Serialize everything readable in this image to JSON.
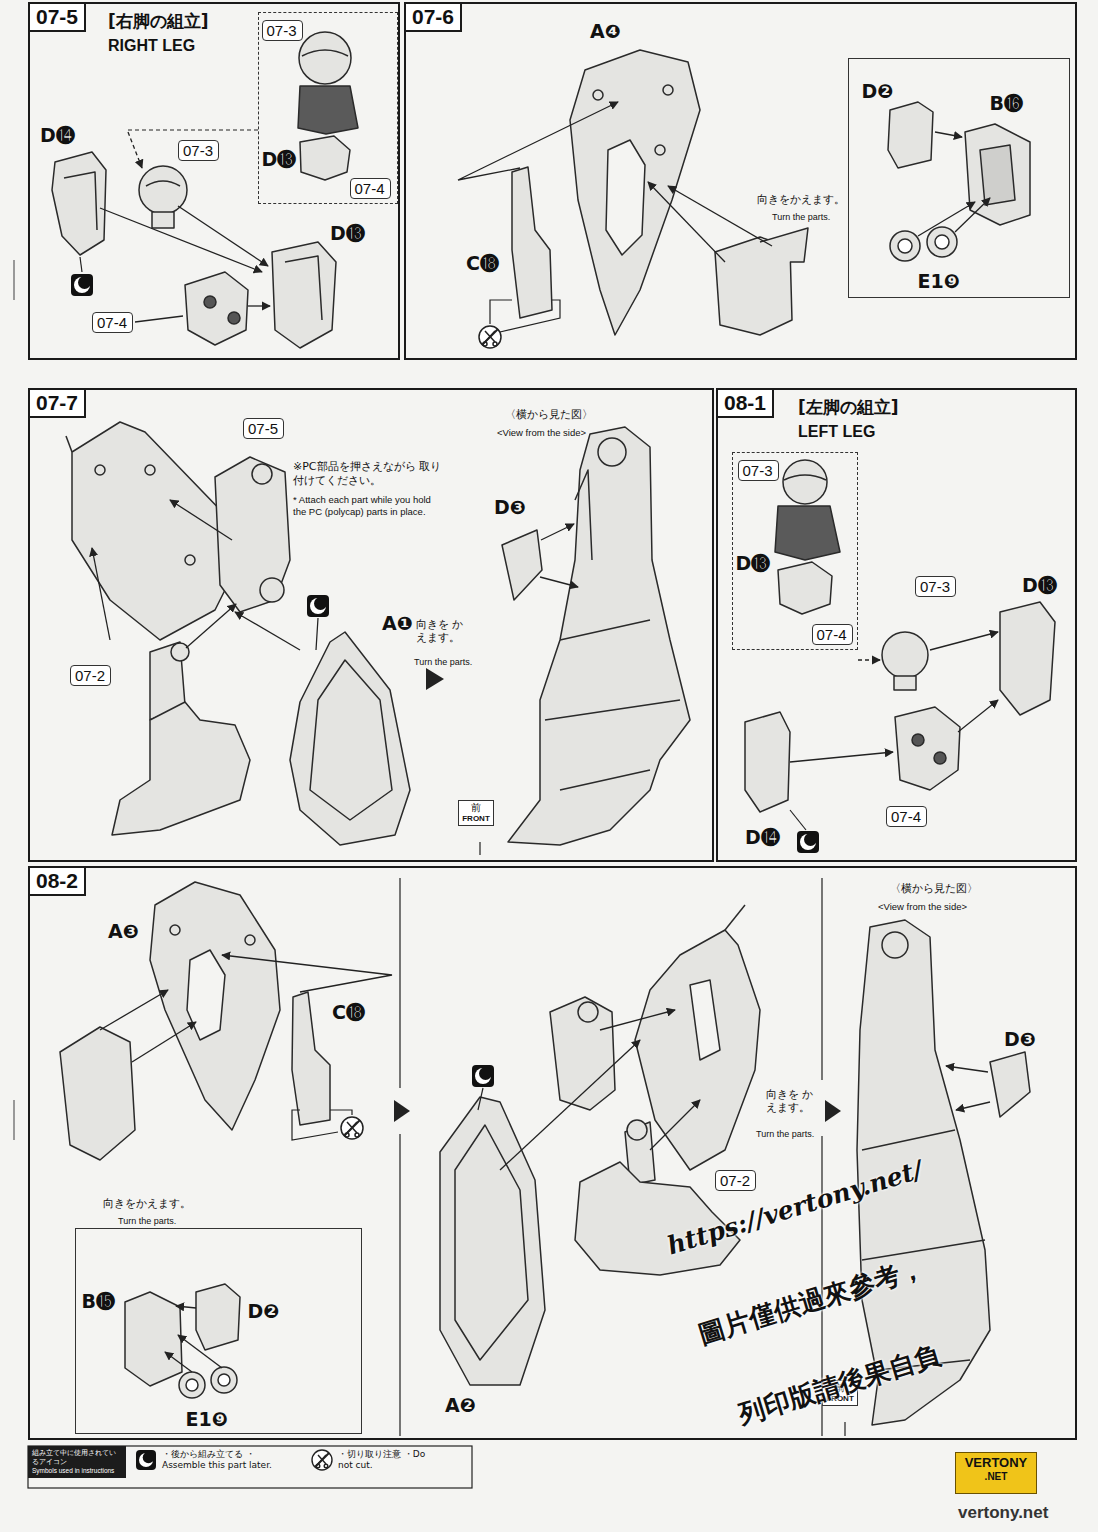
{
  "diagram": {
    "nodes": [
      {
        "text": [
          "07-5",
          "[右脚の組立]",
          "RIGHT LEG"
        ]
      },
      {
        "text": [
          "D⓭"
        ],
        "in": 0
      },
      {
        "text": [
          "07-3"
        ],
        "in": 1
      },
      {
        "text": [
          "07-4"
        ],
        "in": 1
      },
      {
        "text": [
          "07-3"
        ],
        "in": 0
      },
      {
        "text": [
          "07-4"
        ],
        "in": 0
      },
      {
        "text": [
          "07-6"
        ]
      },
      {
        "text": [
          "D❷",
          "B⓰",
          "E1❾"
        ],
        "in": 6
      },
      {
        "text": [
          "07-7"
        ]
      },
      {
        "text": [
          "07-5"
        ],
        "in": 8
      },
      {
        "text": [
          "07-2"
        ],
        "in": 8
      },
      {
        "text": [
          "前",
          "FRONT"
        ],
        "in": 8
      },
      {
        "text": [
          "08-1",
          "[左脚の組立]",
          "LEFT LEG"
        ]
      },
      {
        "text": [
          "D⓭"
        ],
        "in": 12
      },
      {
        "text": [
          "07-3"
        ],
        "in": 13
      },
      {
        "text": [
          "07-4"
        ],
        "in": 13
      },
      {
        "text": [
          "07-3"
        ],
        "in": 12
      },
      {
        "text": [
          "07-4"
        ],
        "in": 12
      },
      {
        "text": [
          "08-2"
        ]
      },
      {
        "text": [
          "B⓯",
          "D❷",
          "E1❾"
        ],
        "in": 18
      },
      {
        "text": [
          "07-2"
        ],
        "in": 18
      },
      {
        "text": [
          "前",
          "FRONT"
        ],
        "in": 18
      },
      {
        "text": [
          "組み立て中に使用されているアイコン",
          "Symbols used in instructions"
        ]
      },
      {
        "text": [
          "VERTONY",
          ".NET"
        ]
      }
    ],
    "labels": [
      "D⓮",
      "D⓭",
      "A❹",
      "C⓲",
      "向きをかえます。",
      "Turn the parts.",
      "※PC部品を押さえながら 取り付けてください。",
      "* Attach each part while you hold the PC (polycap) parts in place.",
      "A❶",
      "向きを かえます。",
      "Turn the parts.",
      "〈横から見た図〉",
      "<View from the side>",
      "D❸",
      "D⓭",
      "D⓮",
      "A❸",
      "C⓲",
      "向きをかえます。",
      "Turn the parts.",
      "A❷",
      "向きを かえます。",
      "Turn the parts.",
      "〈横から見た図〉",
      "<View from the side>",
      "D❸",
      "https://vertony.net/",
      "圖片僅供過來參考，",
      "列印版請後果自負",
      "vertony.net"
    ],
    "legend": [
      {
        "text": "・後から組み立てる ・Assemble this part later."
      },
      {
        "text": "・切り取り注意 ・Do not cut."
      }
    ]
  }
}
